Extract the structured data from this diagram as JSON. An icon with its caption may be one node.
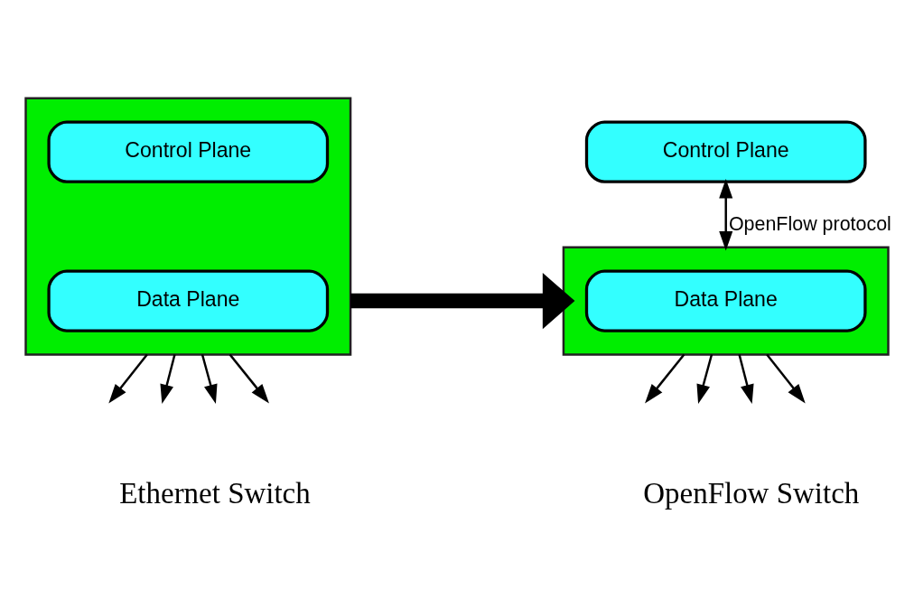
{
  "diagram": {
    "nodes": [
      {
        "text": [],
        "shape": "box"
      },
      {
        "text": [
          "Control Plane"
        ],
        "in": 0
      },
      {
        "text": [
          "Data Plane"
        ],
        "in": 0
      },
      {
        "text": [
          "Control Plane"
        ]
      },
      {
        "text": [],
        "shape": "box"
      },
      {
        "text": [
          "Data Plane"
        ],
        "in": 4
      }
    ],
    "edges": [
      {
        "from": 0,
        "to": null,
        "arrow": "to"
      },
      {
        "from": 0,
        "to": null,
        "arrow": "to"
      },
      {
        "from": 0,
        "to": null,
        "arrow": "to"
      },
      {
        "from": 0,
        "to": null,
        "arrow": "to"
      },
      {
        "from": 0,
        "to": 4,
        "arrow": "to",
        "style": "thick"
      },
      {
        "from": 3,
        "to": 4,
        "arrow": "both",
        "label": "OpenFlow protocol"
      },
      {
        "from": 4,
        "to": null,
        "arrow": "to"
      },
      {
        "from": 4,
        "to": null,
        "arrow": "to"
      },
      {
        "from": 4,
        "to": null,
        "arrow": "to"
      },
      {
        "from": 4,
        "to": null,
        "arrow": "to"
      }
    ],
    "labels": [
      "Ethernet Switch",
      "OpenFlow Switch"
    ]
  }
}
